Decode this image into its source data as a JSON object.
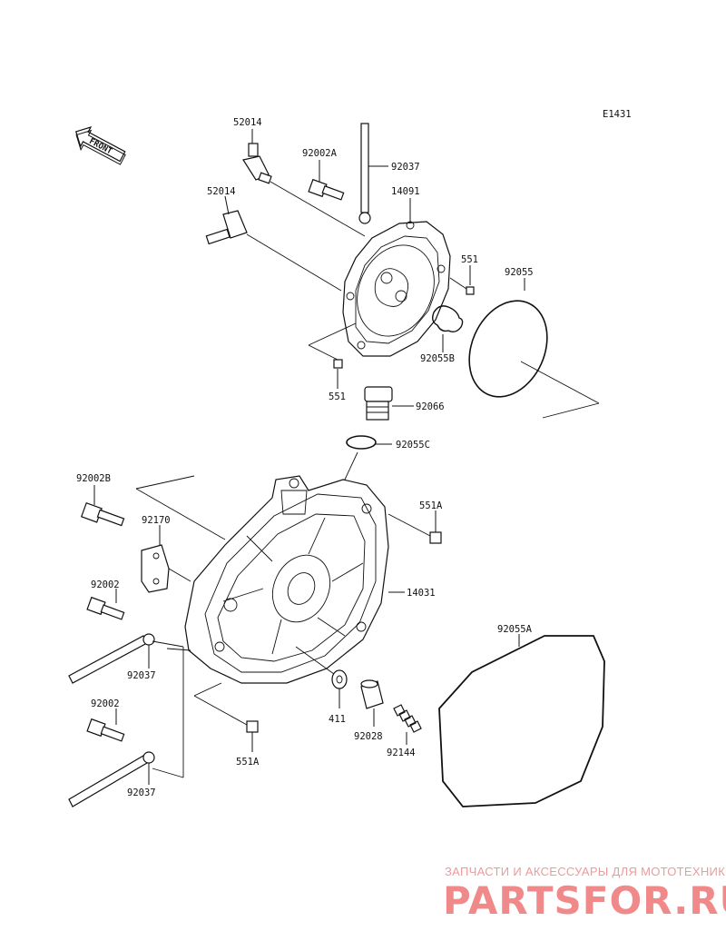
{
  "diagram": {
    "code": "E1431",
    "direction_label": "FRONT",
    "parts": {
      "p52014_a": "52014",
      "p92002a": "92002A",
      "p92037_top": "92037",
      "p52014_b": "52014",
      "p14091": "14091",
      "p551_right": "551",
      "p92055": "92055",
      "p92055b": "92055B",
      "p551_left": "551",
      "p92066": "92066",
      "p92055c": "92055C",
      "p92002b": "92002B",
      "p92170": "92170",
      "p551a_top": "551A",
      "p92002_a": "92002",
      "p14031": "14031",
      "p92055a": "92055A",
      "p92037_mid": "92037",
      "p411": "411",
      "p92028": "92028",
      "p92144": "92144",
      "p92002_b": "92002",
      "p551a_bottom": "551A",
      "p92037_bottom": "92037"
    }
  },
  "watermark": {
    "tagline": "ЗАПЧАСТИ И АКСЕССУАРЫ ДЛЯ МОТОТЕХНИКИ",
    "logo": "PARTSFOR.RU",
    "color": "#f08a8a"
  }
}
